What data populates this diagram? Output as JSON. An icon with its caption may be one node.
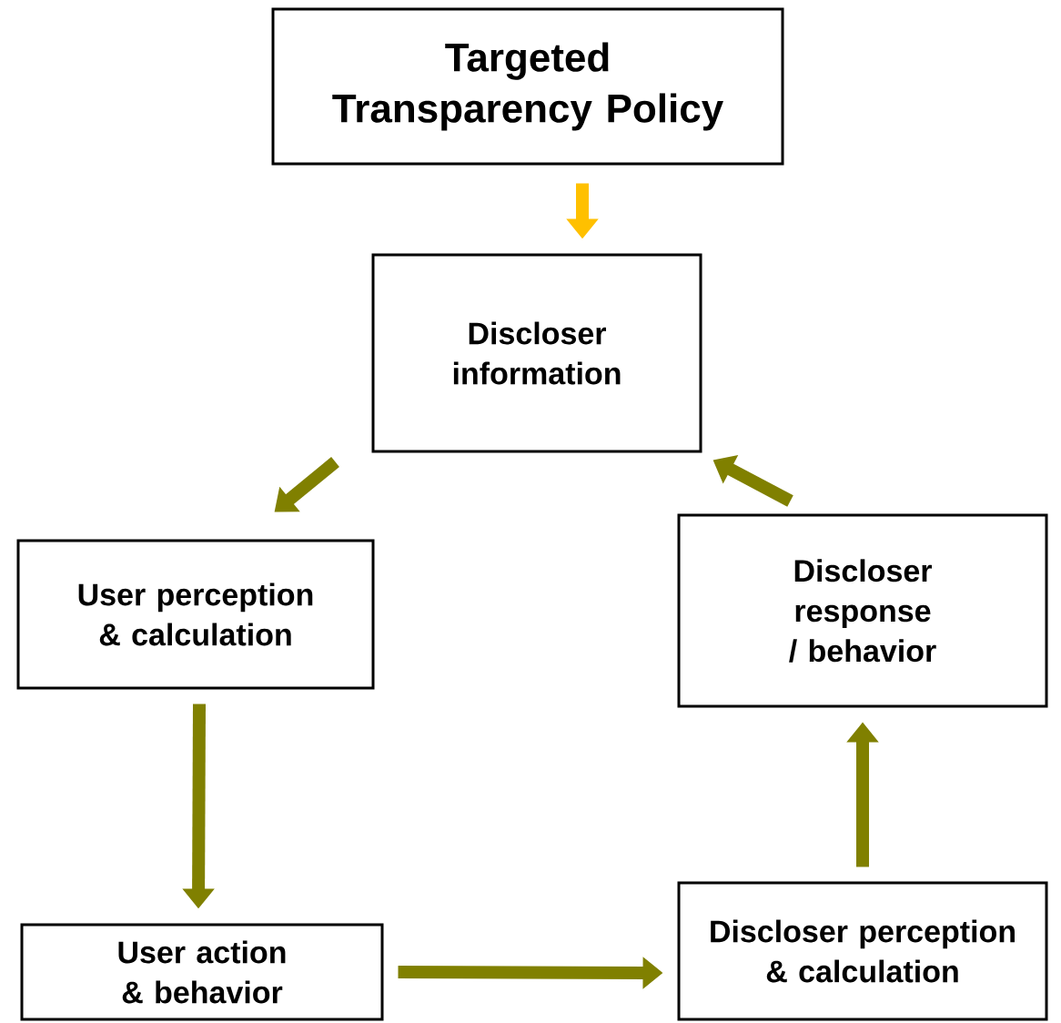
{
  "diagram": {
    "nodes": [
      {
        "text": [
          "Targeted Transparency Policy"
        ]
      },
      {
        "text": [
          "Discloser information"
        ]
      },
      {
        "text": [
          "User perception & calculation"
        ]
      },
      {
        "text": [
          "Discloser response / behavior"
        ]
      },
      {
        "text": [
          "User action & behavior"
        ]
      },
      {
        "text": [
          "Discloser perception & calculation"
        ]
      }
    ],
    "edges": [
      {
        "from": 0,
        "to": 1,
        "arrow": "to",
        "color": "#ffc000"
      },
      {
        "from": 1,
        "to": 2,
        "arrow": "to"
      },
      {
        "from": 2,
        "to": 4,
        "arrow": "to"
      },
      {
        "from": 4,
        "to": 5,
        "arrow": "to"
      },
      {
        "from": 5,
        "to": 3,
        "arrow": "to"
      },
      {
        "from": 3,
        "to": 1,
        "arrow": "to"
      }
    ]
  }
}
